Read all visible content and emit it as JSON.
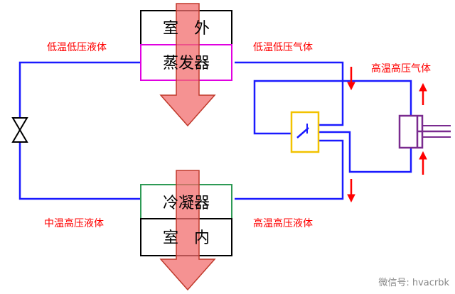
{
  "outdoor_box": {
    "top_label": "室　外",
    "name": "蒸发器"
  },
  "indoor_box": {
    "name": "冷凝器",
    "bottom_label": "室　内"
  },
  "labels": {
    "low_temp_low_pressure_liquid": "低温低压液体",
    "low_temp_low_pressure_gas": "低温低压气体",
    "high_temp_high_pressure_gas": "高温高压气体",
    "mid_temp_high_pressure_liquid": "中温高压液体",
    "high_temp_high_pressure_liquid": "高温高压液体"
  },
  "watermark": "微信号: hvacrbk",
  "colors": {
    "pipe": "#1a1aff",
    "label_red": "#ff0000",
    "evaporator_border": "#e000e0",
    "condenser_border": "#2e9a55",
    "heat_arrow_fill": "#f26d6d",
    "valve_border": "#f2c200",
    "compressor": "#7a2b8f"
  }
}
